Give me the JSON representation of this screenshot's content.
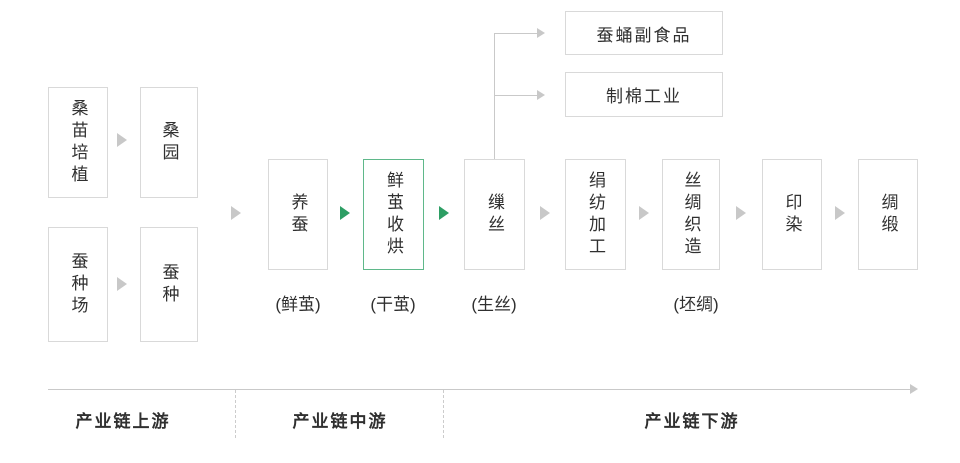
{
  "colors": {
    "accent_green": "#2d9e64",
    "highlight_border_green": "#5fb88a",
    "box_border_gray": "#d9d9d9",
    "arrow_gray": "#c8c8c8",
    "line_gray": "#c9c9c9",
    "text": "#303030"
  },
  "upstream": {
    "rows": [
      {
        "source": "桑苗培植",
        "target": "桑园"
      },
      {
        "source": "蚕种场",
        "target": "蚕种"
      }
    ]
  },
  "main_chain": {
    "nodes": [
      {
        "label": "养蚕"
      },
      {
        "label": "鲜茧收烘"
      },
      {
        "label": "缫丝"
      },
      {
        "label": "绢纺加工"
      },
      {
        "label": "丝绸织造"
      },
      {
        "label": "印染"
      },
      {
        "label": "绸缎"
      }
    ],
    "notes": [
      {
        "text": "(鲜茧)"
      },
      {
        "text": "(干茧)"
      },
      {
        "text": "(生丝)"
      },
      {
        "text": "(坯绸)"
      }
    ]
  },
  "branches": {
    "items": [
      {
        "label": "蚕蛹副食品"
      },
      {
        "label": "制棉工业"
      }
    ]
  },
  "stages": [
    {
      "label": "产业链上游"
    },
    {
      "label": "产业链中游"
    },
    {
      "label": "产业链下游"
    }
  ]
}
